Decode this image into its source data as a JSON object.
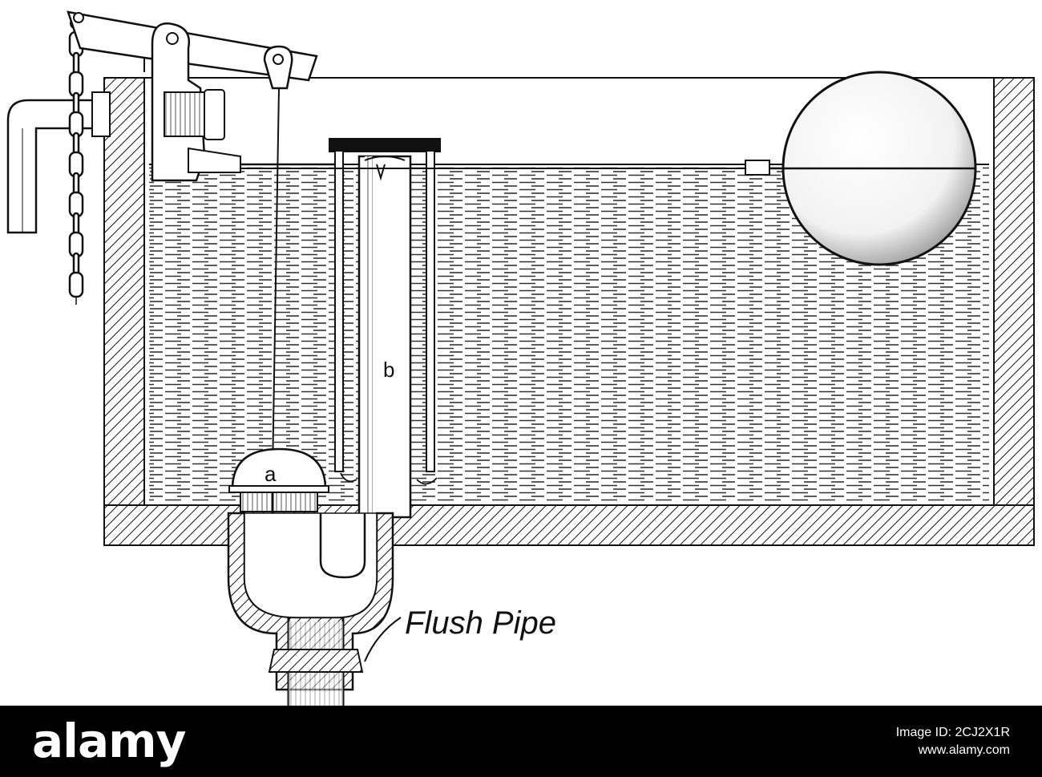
{
  "diagram": {
    "labels": {
      "valve": "a",
      "overflow_tube": "b",
      "flush_pipe": "Flush Pipe"
    }
  },
  "footer": {
    "logo_text": "alamy",
    "image_id": "Image ID: 2CJ2X1R",
    "site_url": "www.alamy.com"
  },
  "colors": {
    "ink": "#111111",
    "paper": "#ffffff",
    "footer_bg": "#000000",
    "footer_text": "#ffffff"
  }
}
